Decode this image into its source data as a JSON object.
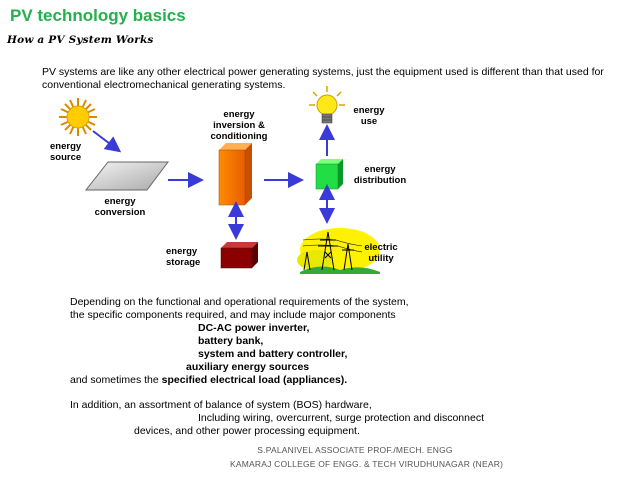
{
  "title": "PV technology basics",
  "subtitle": "How a PV System Works",
  "intro": "PV systems are like any other electrical power generating systems, just the equipment used is different than that used for conventional electromechanical generating systems.",
  "diagram": {
    "energy_source": [
      "energy",
      "source"
    ],
    "energy_conversion": [
      "energy",
      "conversion"
    ],
    "energy_inversion": [
      "energy",
      "inversion &",
      "conditioning"
    ],
    "energy_storage": [
      "energy",
      "storage"
    ],
    "energy_use": [
      "energy",
      "use"
    ],
    "energy_distribution": [
      "energy",
      "distribution"
    ],
    "electric_utility": [
      "electric",
      "utility"
    ]
  },
  "body": {
    "line1": "Depending on the functional and operational requirements of the system,",
    "line2": "the specific components required, and may include major components",
    "components": [
      "DC-AC power inverter,",
      "battery bank,",
      "system and battery controller,",
      "auxiliary energy sources"
    ],
    "line7_prefix": "and sometimes the ",
    "line7_bold": "specified electrical load (appliances).",
    "line8": "In addition, an assortment of balance of system (BOS) hardware,",
    "line9": "Including wiring, overcurrent, surge protection and disconnect",
    "line10": "devices, and other power processing equipment."
  },
  "footer": {
    "line1": "S.PALANIVEL ASSOCIATE PROF./MECH. ENGG",
    "line2": "KAMARAJ COLLEGE OF ENGG. & TECH VIRUDHUNAGAR (NEAR)"
  }
}
